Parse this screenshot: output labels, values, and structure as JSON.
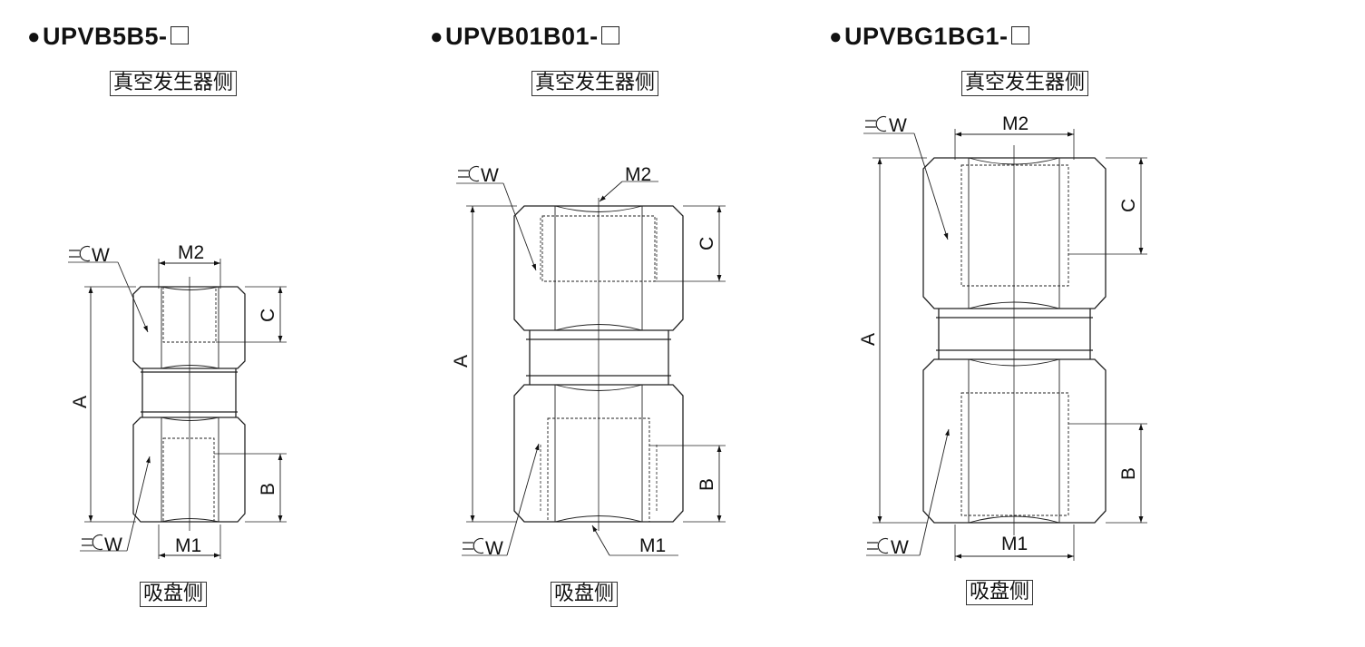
{
  "models": [
    {
      "prefix": "UPVB5B5-",
      "top_side": "真空发生器侧",
      "bottom_side": "吸盘侧"
    },
    {
      "prefix": "UPVB01B01-",
      "top_side": "真空发生器侧",
      "bottom_side": "吸盘侧"
    },
    {
      "prefix": "UPVBG1BG1-",
      "top_side": "真空发生器侧",
      "bottom_side": "吸盘侧"
    }
  ],
  "dimension_labels": {
    "a": "A",
    "b": "B",
    "c": "C",
    "m1": "M1",
    "m2": "M2",
    "w": "W"
  }
}
